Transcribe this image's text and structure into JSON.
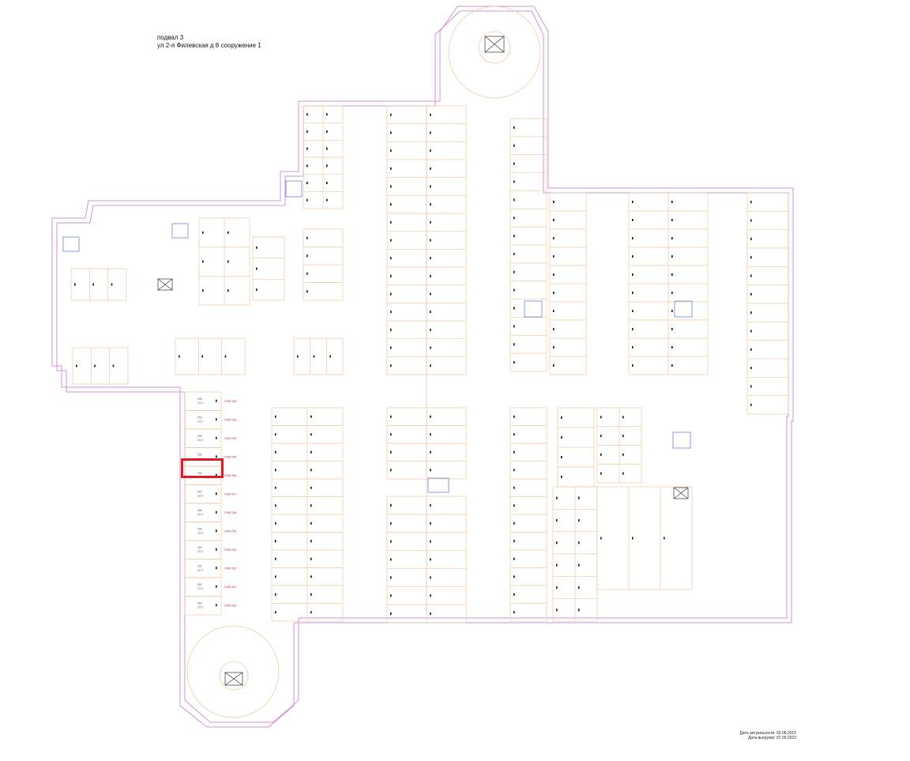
{
  "header": {
    "title_line1": "подвал 3",
    "title_line2": "ул 2-я Филевская д 8 сооружение 1"
  },
  "footer": {
    "line1": "Дата актуальности: 03.08.2015",
    "line2": "Дата выгрузки: 07.09.2022"
  },
  "rooms": [
    {
      "id": "m1",
      "no": "252",
      "area": "13.3",
      "label": "ПОМ 252"
    },
    {
      "id": "m2",
      "no": "253",
      "area": "13.3",
      "label": "ПОМ 253"
    },
    {
      "id": "m3",
      "no": "254",
      "area": "13.3",
      "label": "ПОМ 254"
    },
    {
      "id": "m4",
      "no": "255",
      "area": "13.3",
      "label": "ПОМ 255"
    },
    {
      "id": "m5",
      "no": "256",
      "area": "13.3",
      "label": "ПОМ 256"
    },
    {
      "id": "m6",
      "no": "257",
      "area": "13.3",
      "label": "ПОМ 257"
    },
    {
      "id": "m7",
      "no": "258",
      "area": "13.3",
      "label": "ПОМ 258"
    },
    {
      "id": "m8",
      "no": "259",
      "area": "13.3",
      "label": "ПОМ 259"
    },
    {
      "id": "m9",
      "no": "260",
      "area": "13.3",
      "label": "ПОМ 260"
    },
    {
      "id": "m10",
      "no": "261",
      "area": "13.3",
      "label": "ПОМ 261"
    },
    {
      "id": "m11",
      "no": "262",
      "area": "13.3",
      "label": "ПОМ 262"
    },
    {
      "id": "m12",
      "no": "263",
      "area": "13.3",
      "label": "ПОМ 263"
    }
  ],
  "selected_room": {
    "no": "255",
    "area": "13.3",
    "label": "ПОМ 255"
  },
  "colors": {
    "walls": "#d090d8",
    "partitions": "#f0c9a0",
    "labels": "#c0274a",
    "selection": "#e01b24",
    "stairs": "#3a55d0"
  }
}
